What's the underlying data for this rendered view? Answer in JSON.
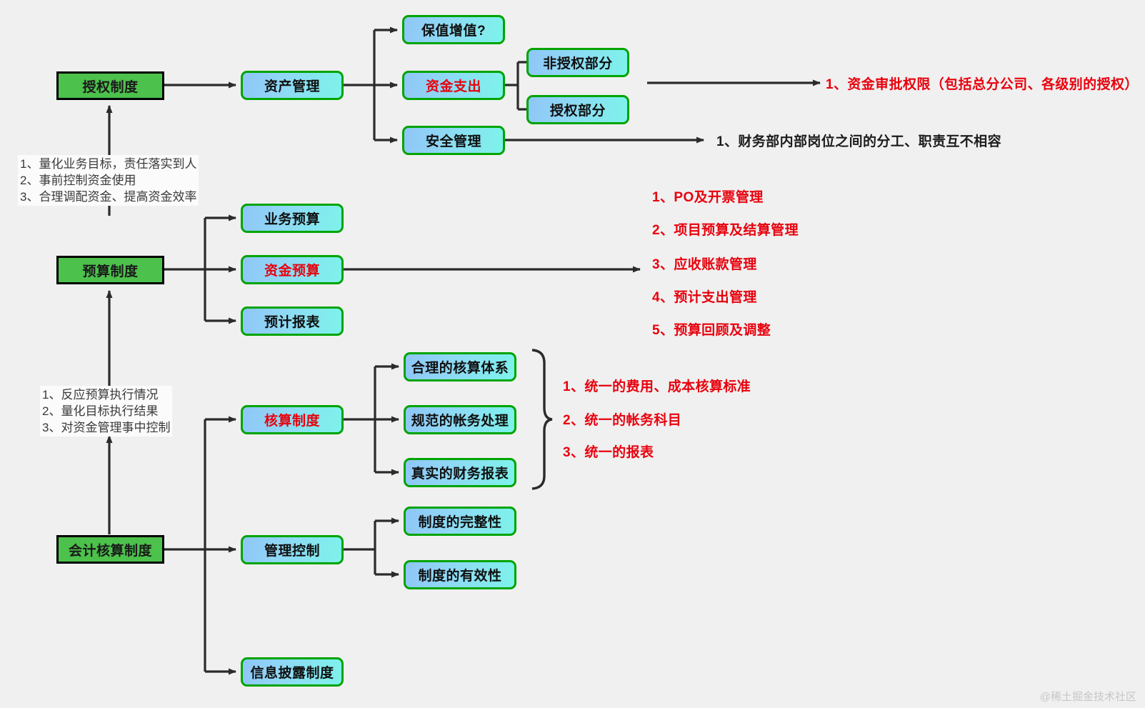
{
  "background": "#f0f0f0",
  "colors": {
    "root_fill": "#4cc14c",
    "root_border": "#000000",
    "node_border": "#00a400",
    "node_fill_start": "#8fc6f7",
    "node_fill_end": "#7df3ea",
    "accent_red": "#e8000d",
    "wire": "#2b2b2b"
  },
  "roots": [
    {
      "id": "root-authorization",
      "label": "授权制度"
    },
    {
      "id": "root-budget",
      "label": "预算制度"
    },
    {
      "id": "root-accounting",
      "label": "会计核算制度"
    }
  ],
  "nodes": {
    "asset_management": "资产管理",
    "value_preservation": "保值增值?",
    "fund_expenditure": "资金支出",
    "non_authorized_part": "非授权部分",
    "authorized_part": "授权部分",
    "safety_management": "安全管理",
    "business_budget": "业务预算",
    "fund_budget": "资金预算",
    "estimated_report": "预计报表",
    "accounting_system": "核算制度",
    "reasonable_accounting_system": "合理的核算体系",
    "standardized_account_processing": "规范的帐务处理",
    "true_financial_statements": "真实的财务报表",
    "management_control": "管理控制",
    "system_completeness": "制度的完整性",
    "system_effectiveness": "制度的有效性",
    "information_disclosure": "信息披露制度"
  },
  "notes": {
    "authorization_note": {
      "lines": [
        "1、量化业务目标，责任落实到人",
        "2、事前控制资金使用",
        "3、合理调配资金、提高资金效率"
      ]
    },
    "budget_note": {
      "lines": [
        "1、反应预算执行情况",
        "2、量化目标执行结果",
        "3、对资金管理事中控制"
      ]
    }
  },
  "callouts": {
    "fund_approval": "1、资金审批权限（包括总分公司、各级别的授权）",
    "finance_segregation": "1、财务部内部岗位之间的分工、职责互不相容",
    "budget_list": [
      "1、PO及开票管理",
      "2、项目预算及结算管理",
      "3、应收账款管理",
      "4、预计支出管理",
      "5、预算回顾及调整"
    ],
    "accounting_list": [
      "1、统一的费用、成本核算标准",
      "2、统一的帐务科目",
      "3、统一的报表"
    ]
  },
  "watermark": "@稀土掘金技术社区"
}
